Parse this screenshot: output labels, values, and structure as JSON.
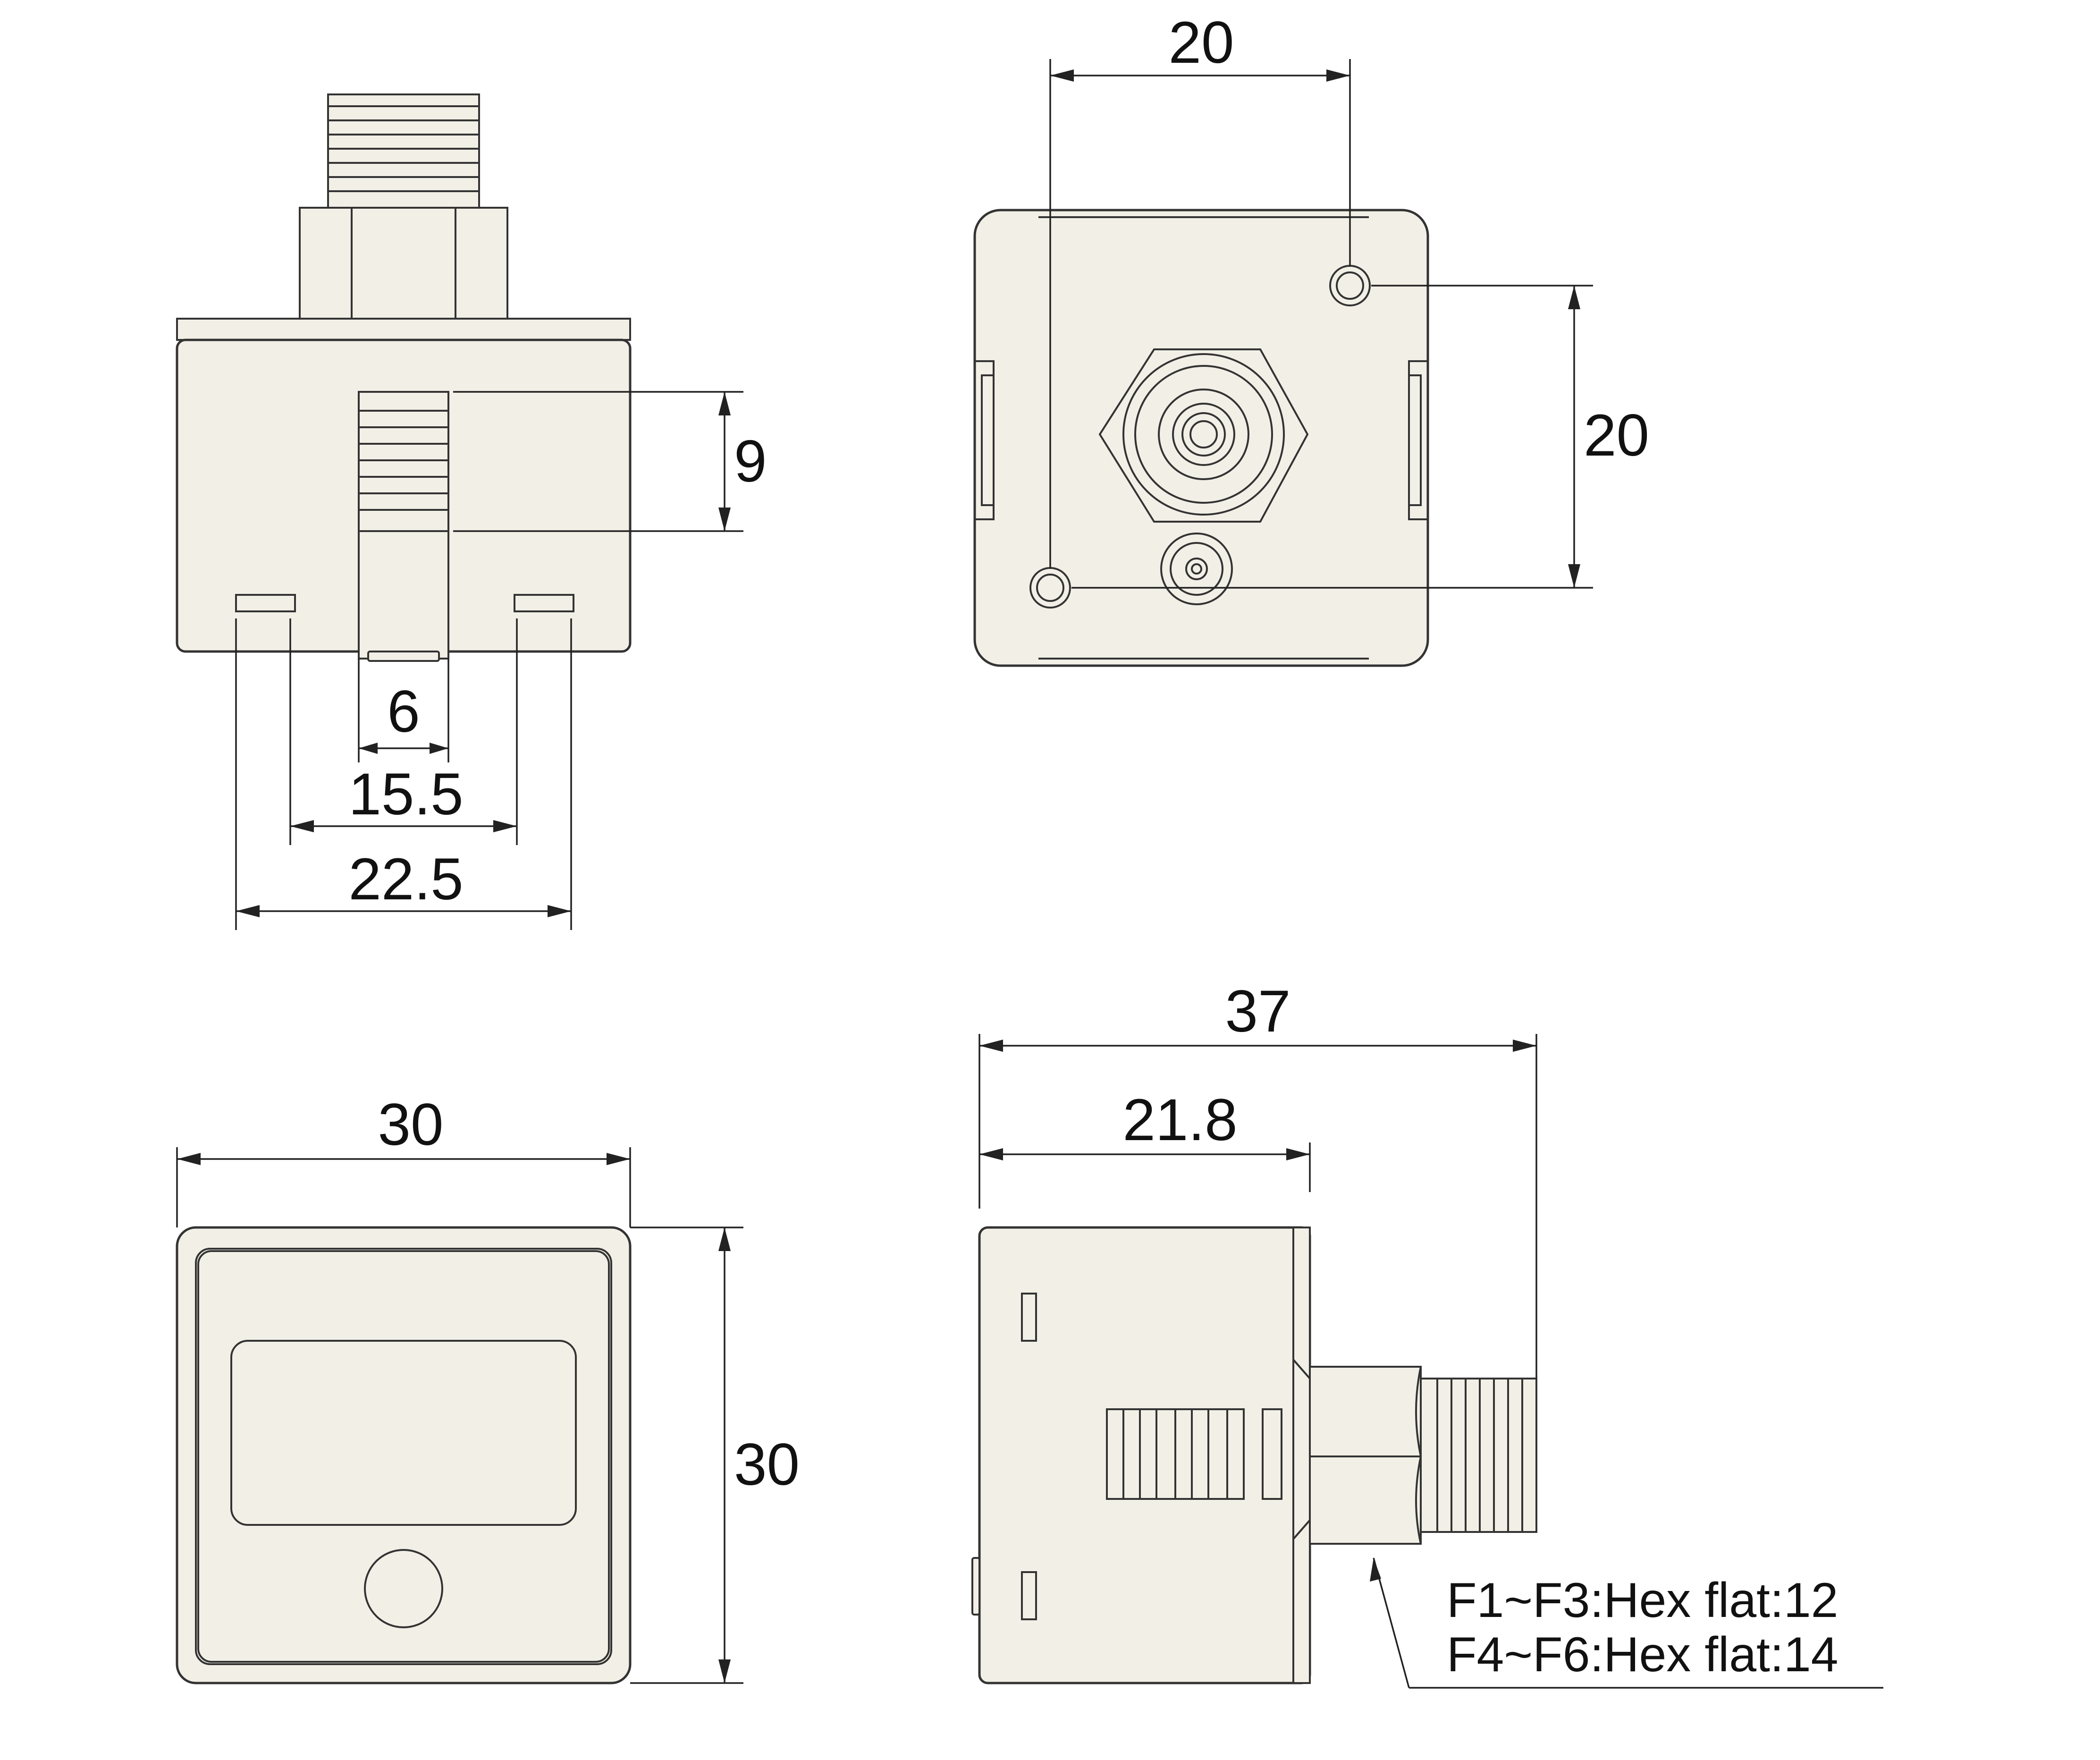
{
  "diagram": {
    "views": {
      "bottom_view": {
        "dims": {
          "slot_height": "9",
          "slot_width": "6",
          "pin_inner": "15.5",
          "pin_outer": "22.5"
        }
      },
      "rear_view": {
        "dims": {
          "hole_horizontal": "20",
          "hole_vertical": "20"
        }
      },
      "front_view": {
        "dims": {
          "width": "30",
          "height": "30"
        }
      },
      "side_view": {
        "dims": {
          "overall_length": "37",
          "body_length": "21.8"
        },
        "notes": [
          "F1~F3:Hex flat:12",
          "F4~F6:Hex flat:14"
        ]
      }
    }
  },
  "colors": {
    "body_fill": "#f2efe6",
    "line": "#333333"
  }
}
